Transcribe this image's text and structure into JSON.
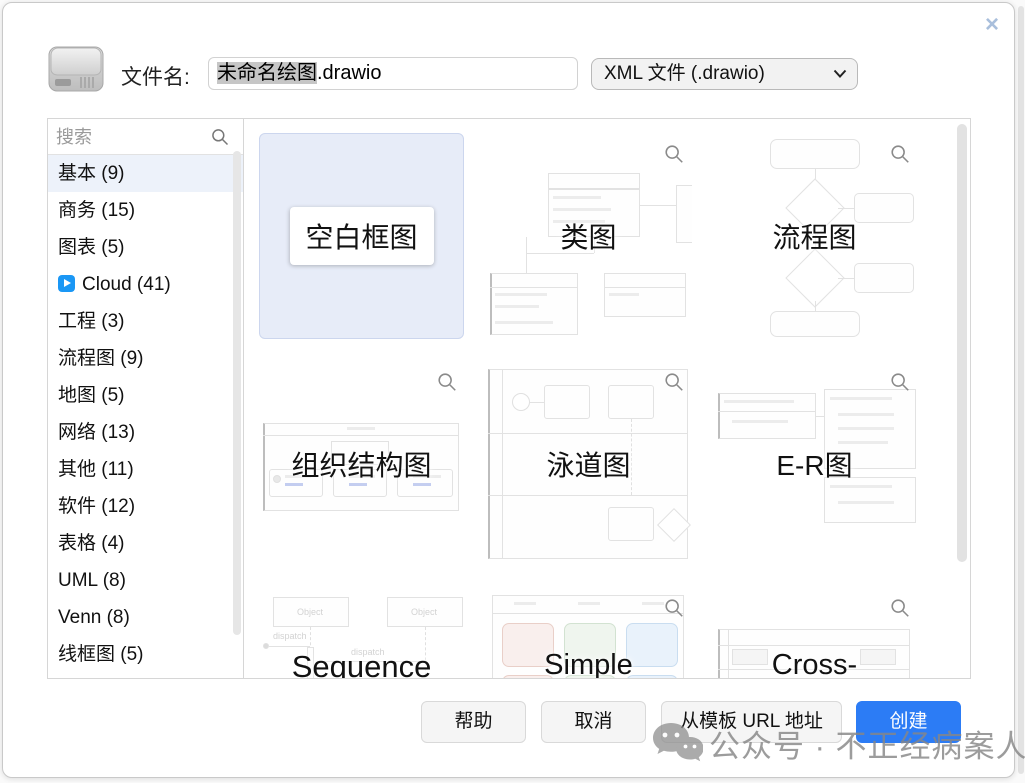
{
  "window": {
    "close_glyph": "×"
  },
  "header": {
    "filename_label": "文件名:",
    "filename_selected": "未命名绘图",
    "filename_suffix": ".drawio",
    "filetype_value": "XML 文件 (.drawio)"
  },
  "sidebar": {
    "search_placeholder": "搜索",
    "items": [
      {
        "label": "基本 (9)",
        "selected": true
      },
      {
        "label": "商务 (15)"
      },
      {
        "label": "图表 (5)"
      },
      {
        "label": "Cloud (41)",
        "has_play_icon": true
      },
      {
        "label": "工程 (3)"
      },
      {
        "label": "流程图 (9)"
      },
      {
        "label": "地图 (5)"
      },
      {
        "label": "网络 (13)"
      },
      {
        "label": "其他 (11)"
      },
      {
        "label": "软件 (12)"
      },
      {
        "label": "表格 (4)"
      },
      {
        "label": "UML (8)"
      },
      {
        "label": "Venn (8)"
      },
      {
        "label": "线框图 (5)"
      }
    ]
  },
  "templates": {
    "tiles": [
      {
        "label": "空白框图",
        "selected": true
      },
      {
        "label": "类图"
      },
      {
        "label": "流程图"
      },
      {
        "label": "组织结构图"
      },
      {
        "label": "泳道图"
      },
      {
        "label": "E-R图"
      },
      {
        "label": "Sequence",
        "preview_labels": [
          "Object",
          "Object",
          "dispatch",
          "dispatch"
        ]
      },
      {
        "label": "Simple"
      },
      {
        "label": "Cross-"
      }
    ]
  },
  "footer": {
    "help": "帮助",
    "cancel": "取消",
    "from_url": "从模板 URL 地址",
    "create": "创建"
  },
  "watermark": {
    "text": "公众号 · 不正经病案人"
  },
  "colors": {
    "accent_blue": "#2c7cf5",
    "selected_tile_bg": "#e7ecf8",
    "selection_highlight": "#c6c6c6",
    "cloud_play_blue": "#1a97f5",
    "watermark_gray": "#868686"
  }
}
